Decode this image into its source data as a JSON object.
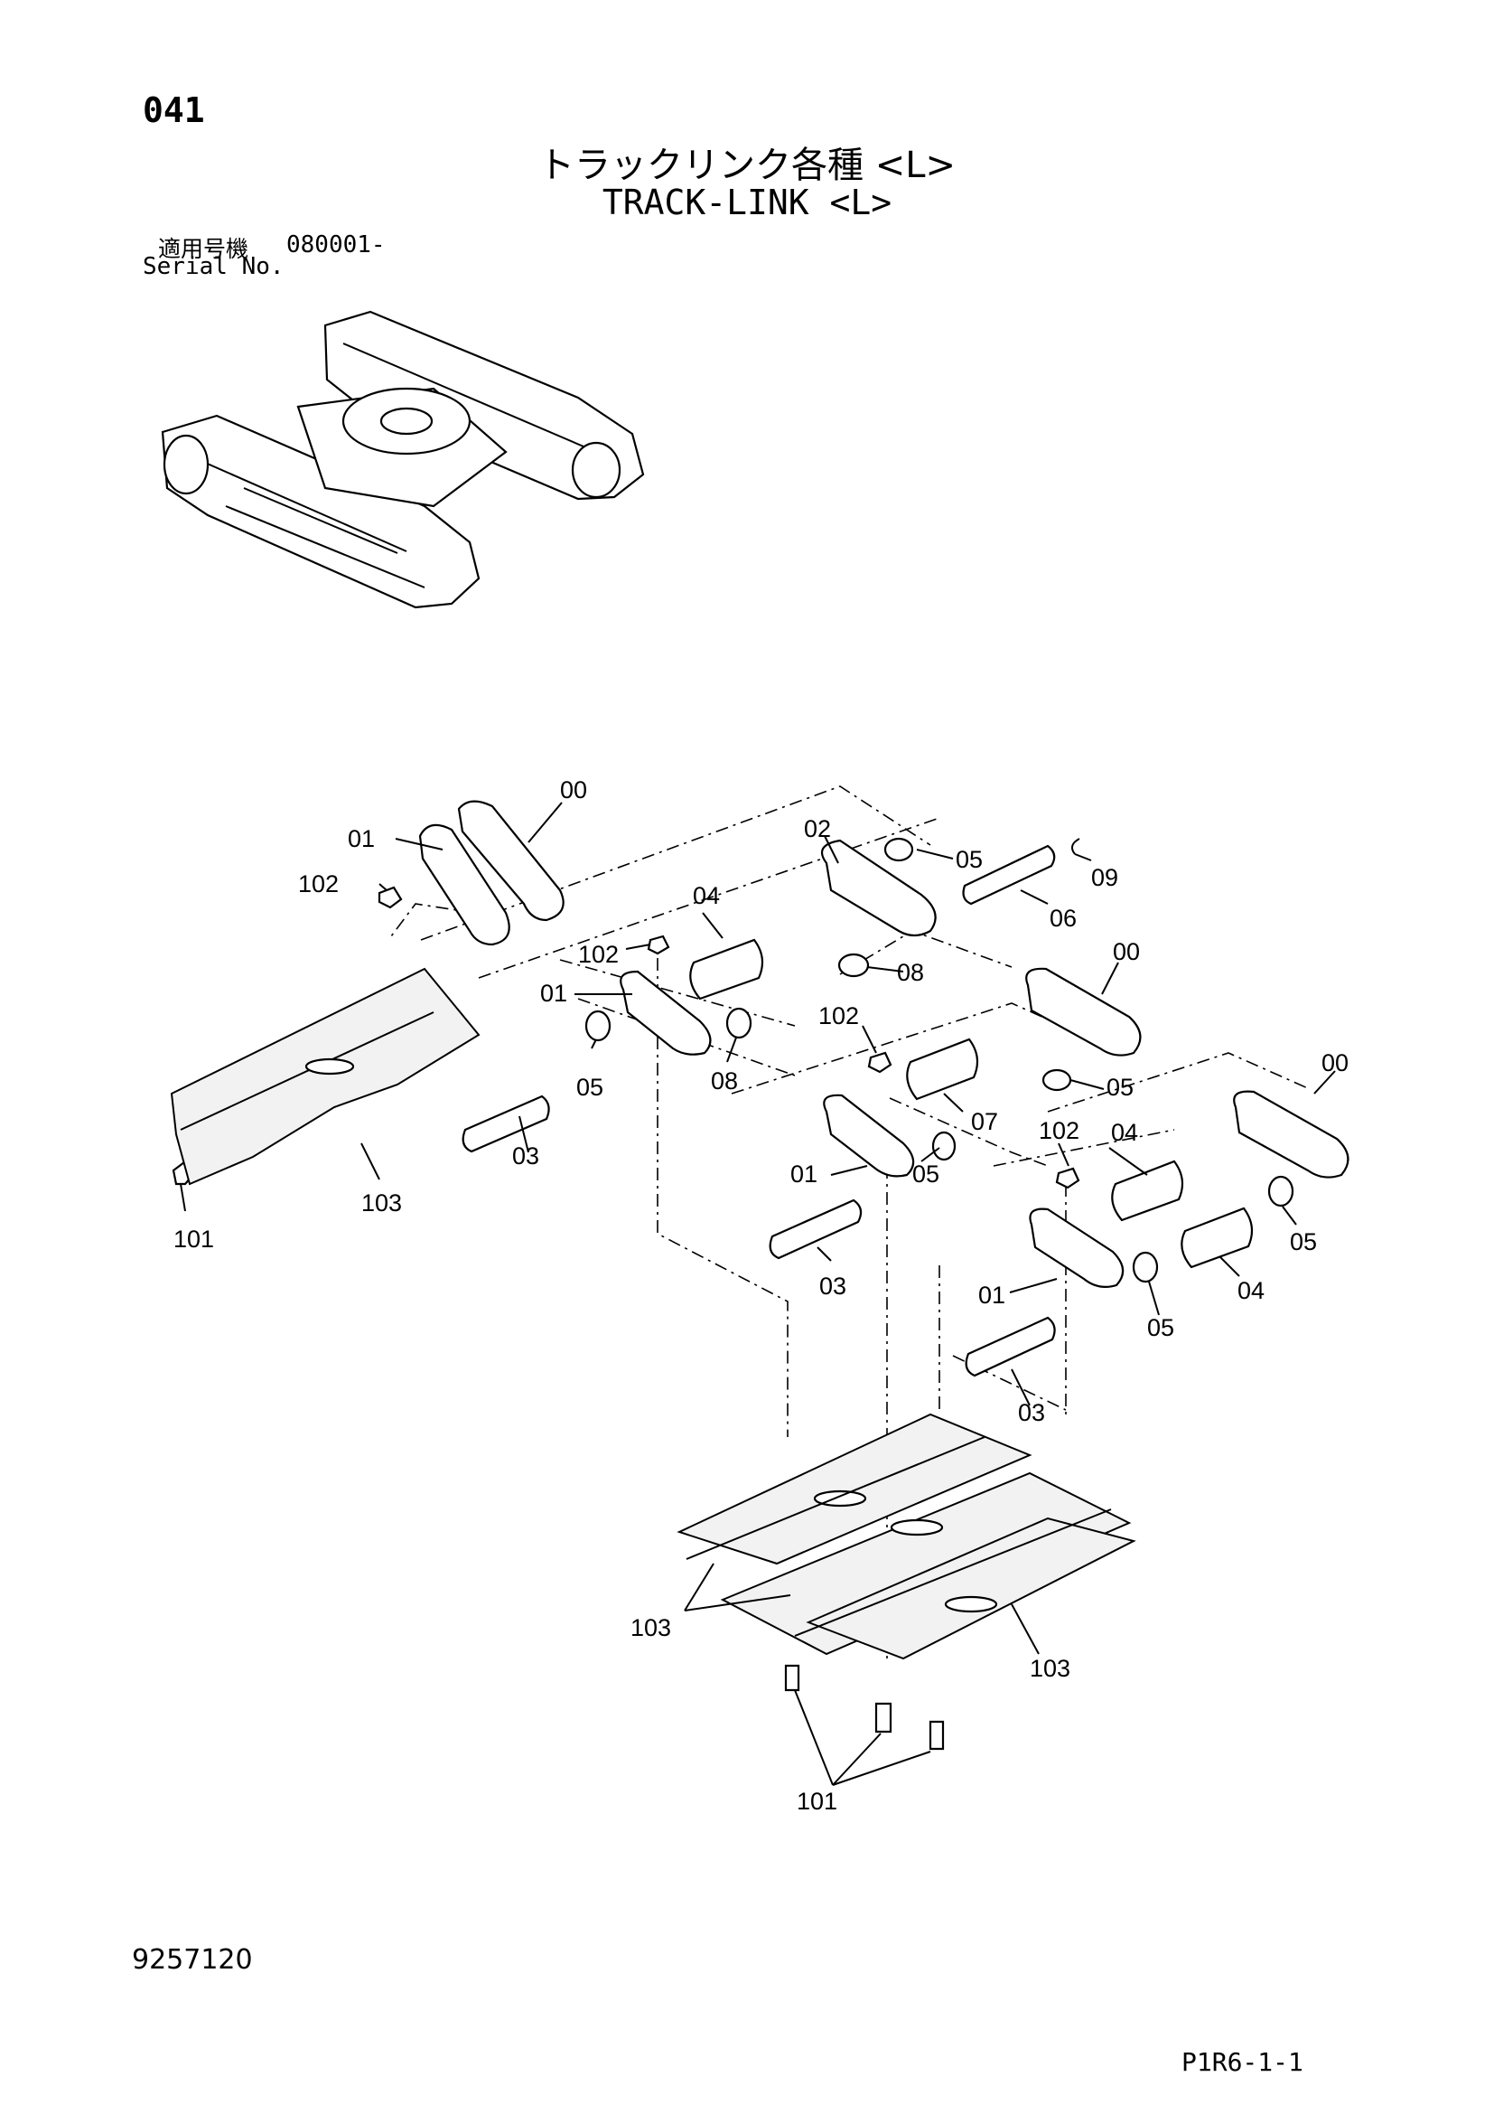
{
  "header": {
    "page_number": "041",
    "title_jp": "トラックリンク各種 <L>",
    "title_en": "TRACK-LINK <L>",
    "serial_label_jp": "適用号機",
    "serial_value": "080001-",
    "serial_label_en": "Serial No."
  },
  "footer": {
    "doc_code": "9257120",
    "page_code": "P1R6-1-1"
  },
  "callouts": {
    "c00a": "00",
    "c01a": "01",
    "c102a": "102",
    "c02": "02",
    "c05a": "05",
    "c09": "09",
    "c04a": "04",
    "c06": "06",
    "c102b": "102",
    "c08a": "08",
    "c01b": "01",
    "c00b": "00",
    "c05b": "05",
    "c08b": "08",
    "c102c": "102",
    "c03a": "03",
    "c101a": "101",
    "c103a": "103",
    "c07": "07",
    "c05c": "05",
    "c00c": "00",
    "c04b": "04",
    "c102d": "102",
    "c01c": "01",
    "c05d": "05",
    "c03b": "03",
    "c05e": "05",
    "c01d": "01",
    "c04c": "04",
    "c05f": "05",
    "c03c": "03",
    "c103b": "103",
    "c103c": "103",
    "c101b": "101"
  }
}
